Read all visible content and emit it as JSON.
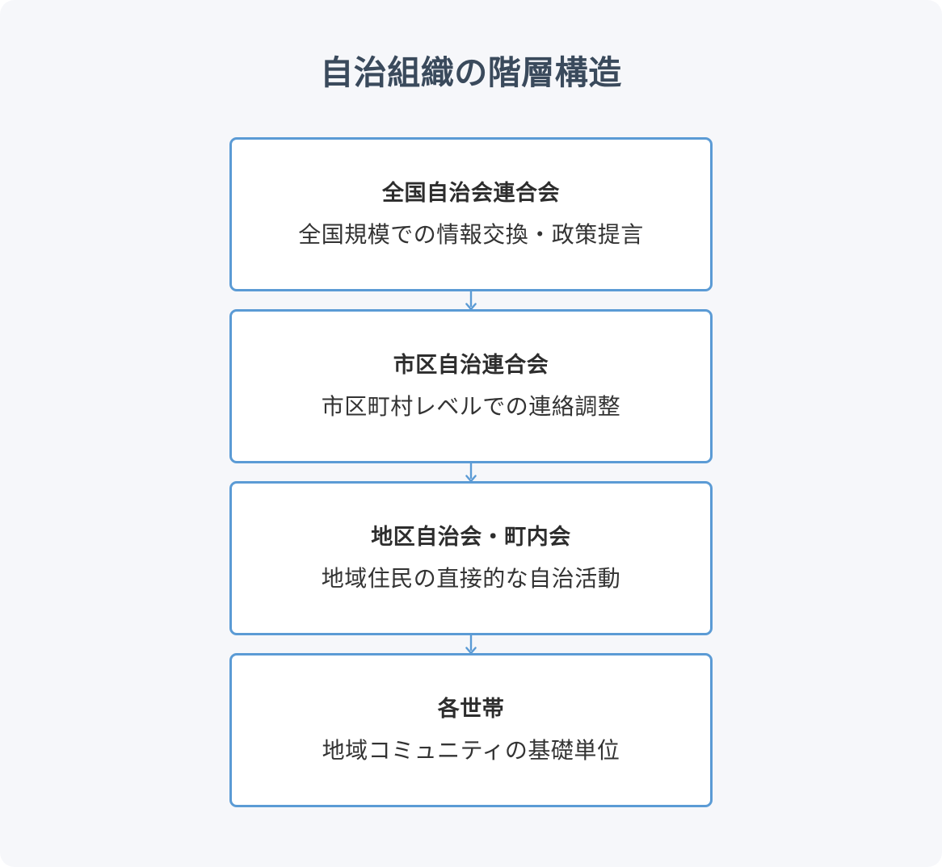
{
  "page": {
    "title": "自治組織の階層構造",
    "background_color": "#f6f7fa",
    "title_color": "#3a4a5c"
  },
  "theme": {
    "node_border_color": "#5b9bd5",
    "node_background": "#ffffff",
    "node_title_color": "#2d2d2d",
    "node_desc_color": "#333333",
    "arrow_color": "#5b9bd5"
  },
  "chart_data": {
    "type": "diagram",
    "diagram_type": "vertical-hierarchy-flowchart",
    "title": "自治組織の階層構造",
    "direction": "top-to-bottom",
    "levels": 4,
    "nodes": [
      {
        "level": 1,
        "title": "全国自治会連合会",
        "description": "全国規模での情報交換・政策提言"
      },
      {
        "level": 2,
        "title": "市区自治連合会",
        "description": "市区町村レベルでの連絡調整"
      },
      {
        "level": 3,
        "title": "地区自治会・町内会",
        "description": "地域住民の直接的な自治活動"
      },
      {
        "level": 4,
        "title": "各世帯",
        "description": "地域コミュニティの基礎単位"
      }
    ],
    "edges": [
      {
        "from": "全国自治会連合会",
        "to": "市区自治連合会",
        "style": "arrow-down"
      },
      {
        "from": "市区自治連合会",
        "to": "地区自治会・町内会",
        "style": "arrow-down"
      },
      {
        "from": "地区自治会・町内会",
        "to": "各世帯",
        "style": "arrow-down"
      }
    ]
  }
}
